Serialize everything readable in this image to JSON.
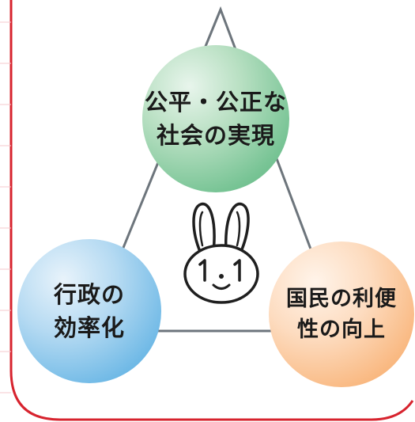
{
  "circles": {
    "top": {
      "line1": "公平・公正な",
      "line2": "社会の実現"
    },
    "left": {
      "line1": "行政の",
      "line2": "効率化"
    },
    "right": {
      "line1": "国民の利便",
      "line2": "性の向上"
    }
  },
  "mascot": {
    "icon": "rabbit-mascot-icon",
    "ear_marks": "1 1"
  },
  "colors": {
    "frame_border": "#d7232e",
    "triangle_line": "#6d757c",
    "top_circle": "#78c495",
    "left_circle": "#6fb9e6",
    "right_circle": "#f9b880"
  }
}
